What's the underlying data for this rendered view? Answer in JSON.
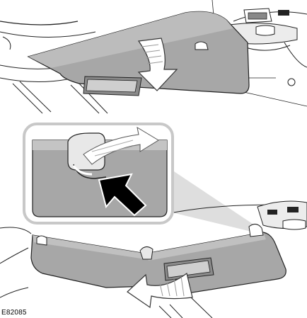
{
  "figure": {
    "code": "E82085",
    "panels": [
      "sun-visor-lowered",
      "clip-detail-inset",
      "sun-visor-swung-to-side"
    ],
    "icons": [
      "curved-arrow-down",
      "press-arrow",
      "release-arrow",
      "curved-arrow-side"
    ],
    "colors": {
      "visor_fill": "#a7a7a7",
      "visor_dark": "#7d7d7d",
      "arrow_fill": "#ffffff",
      "press_arrow": "#000000",
      "inset_border": "#c8c8c8",
      "line": "#222222"
    }
  }
}
